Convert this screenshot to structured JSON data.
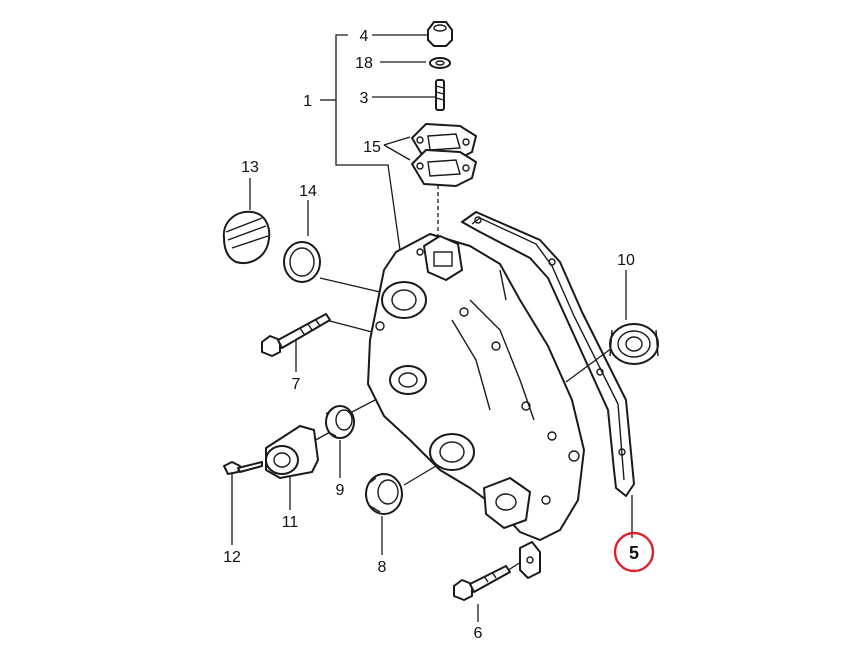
{
  "diagram": {
    "callouts": {
      "c1": "1",
      "c3": "3",
      "c4": "4",
      "c5": "5",
      "c6": "6",
      "c7": "7",
      "c8": "8",
      "c9": "9",
      "c10": "10",
      "c11": "11",
      "c12": "12",
      "c13": "13",
      "c14": "14",
      "c15": "15",
      "c18": "18"
    },
    "highlighted_callout": "5",
    "colors": {
      "line": "#1a1a1a",
      "highlight": "#d9232d",
      "leader_accent": "#c0392b",
      "background": "#ffffff"
    }
  }
}
